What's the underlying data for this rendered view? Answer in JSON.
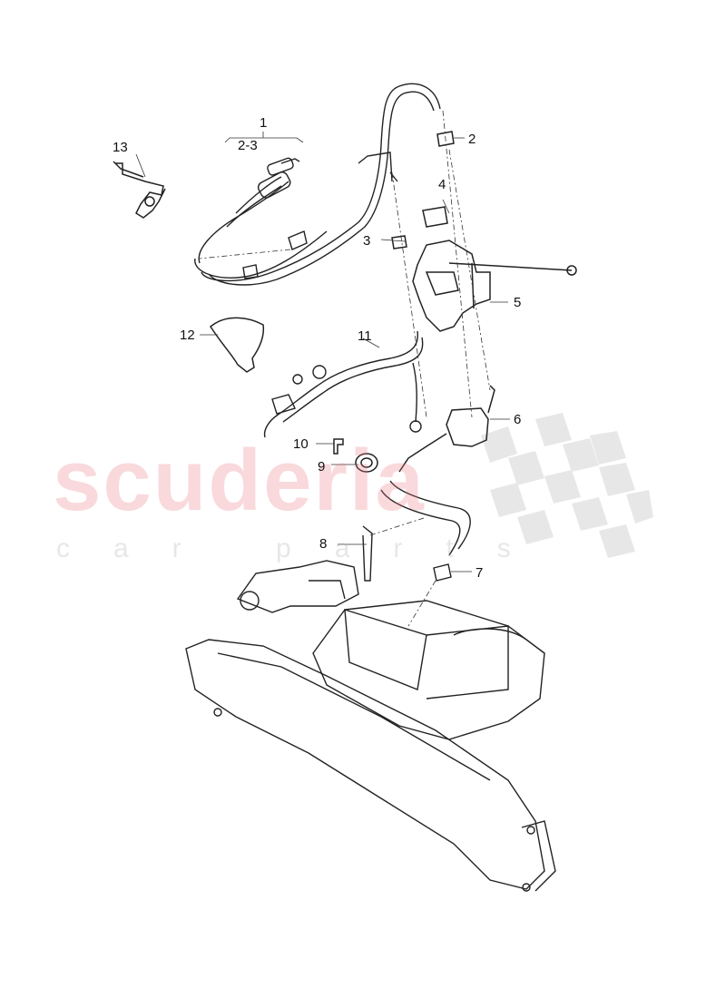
{
  "watermark": {
    "brand": "scuderia",
    "tagline": "car parts",
    "brand_color": "#e87882",
    "check_color": "#bbbbbb"
  },
  "callouts": [
    {
      "id": "1",
      "label": "1"
    },
    {
      "id": "2-3",
      "label": "2-3"
    },
    {
      "id": "2",
      "label": "2"
    },
    {
      "id": "3",
      "label": "3"
    },
    {
      "id": "4",
      "label": "4"
    },
    {
      "id": "5",
      "label": "5"
    },
    {
      "id": "6",
      "label": "6"
    },
    {
      "id": "7",
      "label": "7"
    },
    {
      "id": "8",
      "label": "8"
    },
    {
      "id": "9",
      "label": "9"
    },
    {
      "id": "10",
      "label": "10"
    },
    {
      "id": "11",
      "label": "11"
    },
    {
      "id": "12",
      "label": "12"
    },
    {
      "id": "13",
      "label": "13"
    }
  ]
}
